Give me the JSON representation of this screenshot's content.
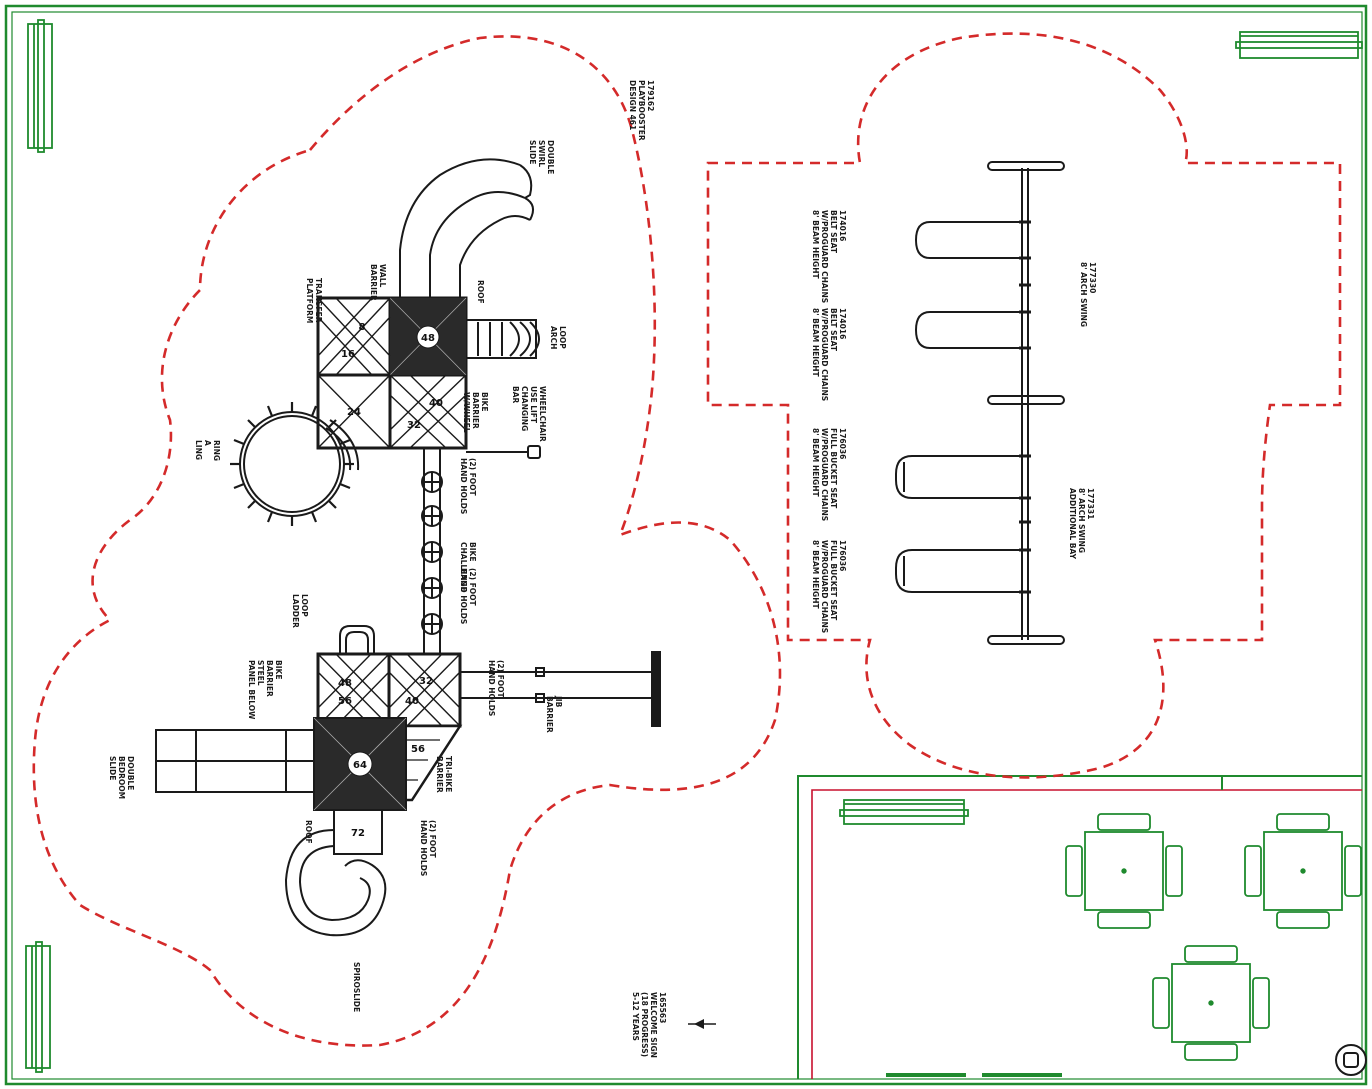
{
  "colors": {
    "border": "#1f8a2e",
    "safety_zone": "#d42a2a",
    "equipment": "#1a1a1a",
    "site_furniture": "#1f8a2e",
    "seating_area_border": "#c8102e"
  },
  "labels": {
    "playbooster": [
      "179162",
      "PLAYBOOSTER",
      "DESIGN 461"
    ],
    "double_swirl_slide": [
      "DOUBLE",
      "SWIRL",
      "SLIDE"
    ],
    "roof_top": "ROOF",
    "loop_arch": [
      "LOOP",
      "ARCH"
    ],
    "wheelchair_lift": [
      "WHEELCHAIR",
      "USE LIFT",
      "CHANGING",
      "BAR"
    ],
    "bike_barrier": [
      "BIKE",
      "BARRIER",
      "W/WHEEL"
    ],
    "wall_barrier": [
      "WALL",
      "BARRIER"
    ],
    "transfer_platform": [
      "TRANSFER",
      "PLATFORM"
    ],
    "ring_a_ling": [
      "RING",
      "A",
      "LING"
    ],
    "hand_holds_1": [
      "(2) FOOT",
      "HAND HOLDS"
    ],
    "bike_challenge": [
      "BIKE",
      "CHALLENGE"
    ],
    "hand_holds_2": [
      "(2) FOOT",
      "HAND HOLDS"
    ],
    "loop_ladder": [
      "LOOP",
      "LADDER"
    ],
    "hand_holds_3": [
      "(2) FOOT",
      "HAND HOLDS"
    ],
    "jib_barrier": [
      "JIB",
      "BARRIER"
    ],
    "bike_steel_panel": [
      "BIKE",
      "BARRIER",
      "STEEL",
      "PANEL BELOW"
    ],
    "tri_bike_barrier": [
      "TRI-BIKE",
      "BARRIER"
    ],
    "hand_holds_4": [
      "(2) FOOT",
      "HAND HOLDS"
    ],
    "double_bedroom_slide": [
      "DOUBLE",
      "BEDROOM",
      "SLIDE"
    ],
    "roof_bottom": "ROOF",
    "spiroslide": "SPIROSLIDE",
    "welcome_sign": [
      "165563",
      "WELCOME SIGN",
      "(18 PROGRESS)",
      "5-12 YEARS"
    ],
    "arch_swing_1": [
      "177330",
      "8' ARCH SWING"
    ],
    "belt_seat_1": [
      "174016",
      "BELT SEAT",
      "W/PROGUARD CHAINS",
      "8' BEAM HEIGHT"
    ],
    "belt_seat_2": [
      "174016",
      "BELT SEAT",
      "W/PROGUARD CHAINS",
      "8' BEAM HEIGHT"
    ],
    "bucket_seat_1": [
      "176036",
      "FULL BUCKET SEAT",
      "W/PROGUARD CHAINS",
      "8' BEAM HEIGHT"
    ],
    "bucket_seat_2": [
      "176036",
      "FULL BUCKET SEAT",
      "W/PROGUARD CHAINS",
      "8' BEAM HEIGHT"
    ],
    "arch_swing_2": [
      "177331",
      "8' ARCH SWING",
      "ADDITIONAL BAY"
    ]
  },
  "deck_heights": {
    "upper_1": "48",
    "upper_2": "16",
    "upper_3": "8",
    "upper_4": "24",
    "upper_5": "40",
    "upper_6": "32",
    "lower_1": "48",
    "lower_2": "56",
    "lower_3": "32",
    "lower_4": "40",
    "lower_5": "64",
    "lower_6": "56",
    "lower_7": "72"
  },
  "icons": {
    "bench": "bench-icon",
    "picnic_table": "picnic-table-icon",
    "north_arrow": "north-arrow-icon",
    "logo": "logo-icon"
  }
}
